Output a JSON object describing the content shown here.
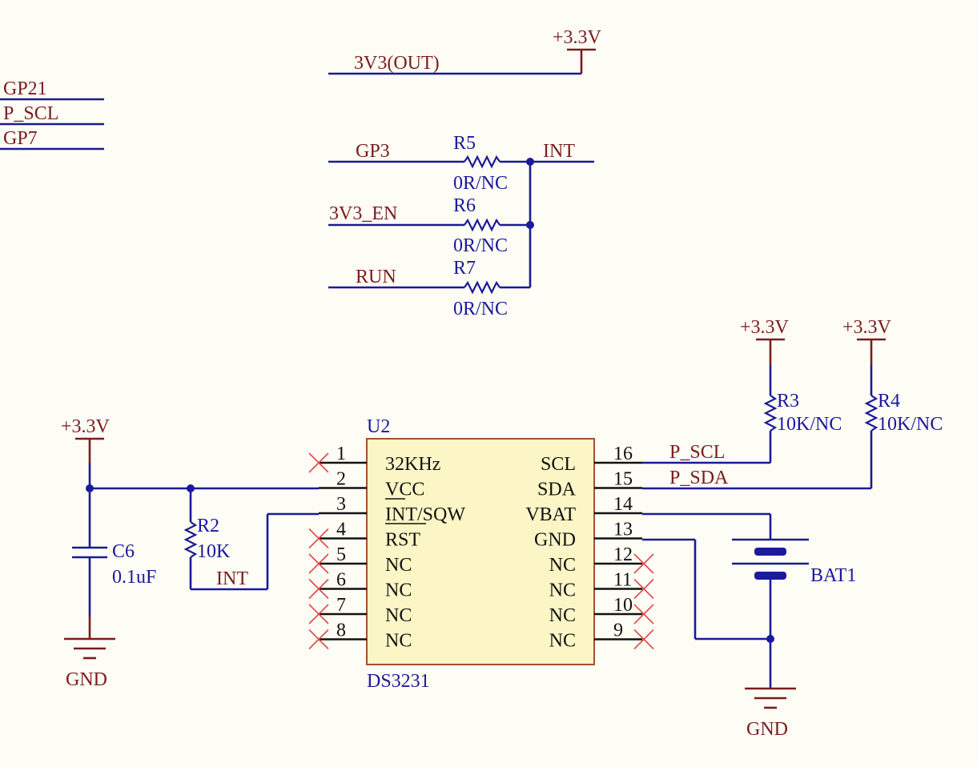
{
  "nets": {
    "gp21": "GP21",
    "p_scl_left": "P_SCL",
    "gp7": "GP7",
    "out_3v3": "3V3(OUT)",
    "gp3": "GP3",
    "en_3v3": "3V3_EN",
    "run": "RUN",
    "int_top": "INT",
    "int_left": "INT",
    "p_scl": "P_SCL",
    "p_sda": "P_SDA"
  },
  "power": {
    "plus33": "+3.3V",
    "gnd": "GND"
  },
  "components": {
    "r5": {
      "ref": "R5",
      "value": "0R/NC"
    },
    "r6": {
      "ref": "R6",
      "value": "0R/NC"
    },
    "r7": {
      "ref": "R7",
      "value": "0R/NC"
    },
    "r2": {
      "ref": "R2",
      "value": "10K"
    },
    "r3": {
      "ref": "R3",
      "value": "10K/NC"
    },
    "r4": {
      "ref": "R4",
      "value": "10K/NC"
    },
    "c6": {
      "ref": "C6",
      "value": "0.1uF"
    },
    "bat1": {
      "ref": "BAT1"
    },
    "u2": {
      "ref": "U2",
      "part": "DS3231"
    }
  },
  "u2_pins": {
    "left": [
      {
        "num": "1",
        "name": "32KHz"
      },
      {
        "num": "2",
        "name": "VCC"
      },
      {
        "num": "3",
        "name": "INT/SQW"
      },
      {
        "num": "4",
        "name": "RST"
      },
      {
        "num": "5",
        "name": "NC"
      },
      {
        "num": "6",
        "name": "NC"
      },
      {
        "num": "7",
        "name": "NC"
      },
      {
        "num": "8",
        "name": "NC"
      }
    ],
    "right": [
      {
        "num": "16",
        "name": "SCL"
      },
      {
        "num": "15",
        "name": "SDA"
      },
      {
        "num": "14",
        "name": "VBAT"
      },
      {
        "num": "13",
        "name": "GND"
      },
      {
        "num": "12",
        "name": "NC"
      },
      {
        "num": "11",
        "name": "NC"
      },
      {
        "num": "10",
        "name": "NC"
      },
      {
        "num": "9",
        "name": "NC"
      }
    ]
  }
}
